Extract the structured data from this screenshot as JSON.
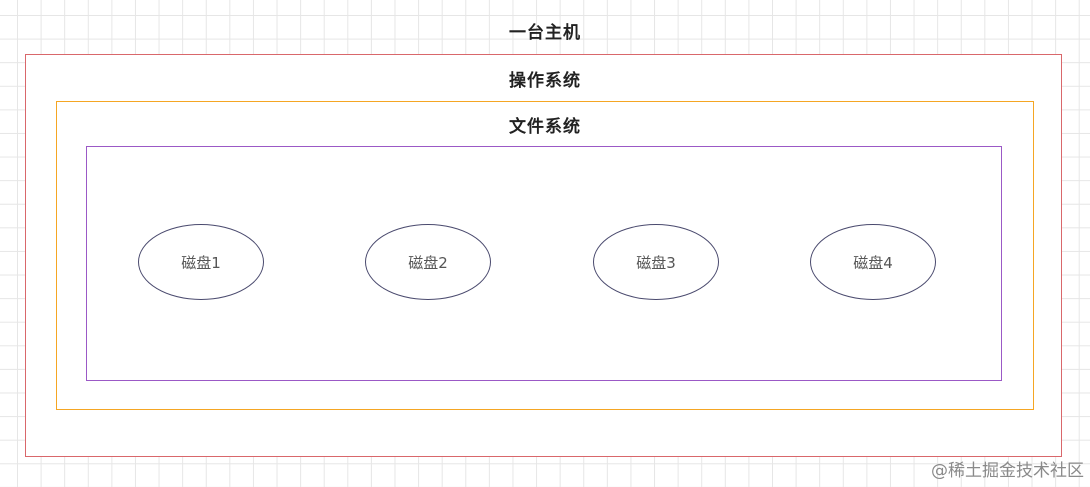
{
  "diagram": {
    "host": {
      "title": "一台主机",
      "border_color": "#d9676b"
    },
    "os": {
      "title": "操作系统",
      "border_color": "#f5a623"
    },
    "fs": {
      "title": "文件系统",
      "border_color": "#9b59c6"
    },
    "disks": [
      {
        "label": "磁盘1"
      },
      {
        "label": "磁盘2"
      },
      {
        "label": "磁盘3"
      },
      {
        "label": "磁盘4"
      }
    ],
    "disk_border_color": "#4a4a6e"
  },
  "watermark": "@稀土掘金技术社区"
}
